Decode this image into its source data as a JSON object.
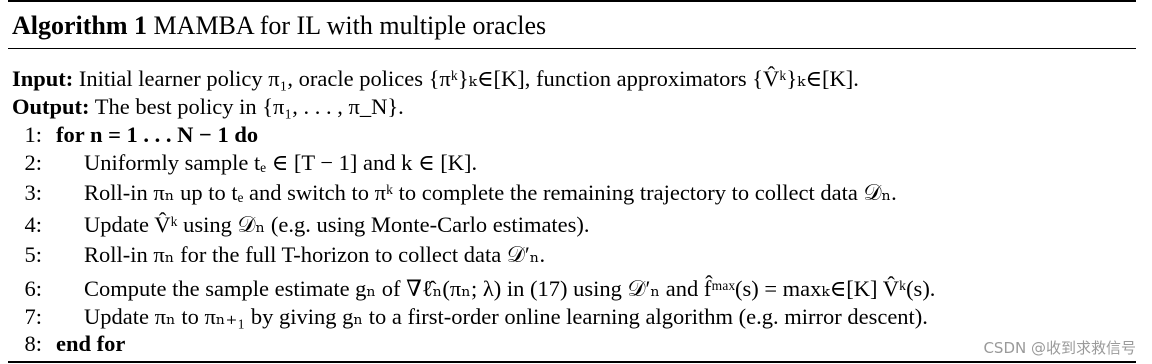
{
  "algorithm": {
    "label": "Algorithm 1",
    "title": "MAMBA for IL with multiple oracles",
    "input_label": "Input:",
    "input_text": "Initial learner policy π₁, oracle polices {πᵏ}ₖ∈[K], function approximators {V̂ᵏ}ₖ∈[K].",
    "output_label": "Output:",
    "output_text": "The best policy in {π₁, . . . , π_N}.",
    "steps": [
      {
        "num": "1:",
        "text": "for n = 1 . . . N − 1 do"
      },
      {
        "num": "2:",
        "text": "Uniformly sample tₑ ∈ [T − 1] and k ∈ [K]."
      },
      {
        "num": "3:",
        "text": "Roll-in πₙ up to tₑ and switch to πᵏ to complete the remaining trajectory to collect data 𝒟ₙ."
      },
      {
        "num": "4:",
        "text": "Update V̂ᵏ using 𝒟ₙ (e.g. using Monte-Carlo estimates)."
      },
      {
        "num": "5:",
        "text": "Roll-in πₙ for the full T-horizon to collect data 𝒟′ₙ."
      },
      {
        "num": "6:",
        "text": "Compute the sample estimate gₙ of ∇ℓ̂ₙ(πₙ; λ) in (17) using 𝒟′ₙ and f̂ᵐᵃˣ(s) = maxₖ∈[K] V̂ᵏ(s)."
      },
      {
        "num": "7:",
        "text": "Update πₙ to πₙ₊₁ by giving gₙ to a first-order online learning algorithm (e.g. mirror descent)."
      },
      {
        "num": "8:",
        "text": "end for"
      }
    ]
  },
  "watermark": "CSDN @收到求救信号"
}
